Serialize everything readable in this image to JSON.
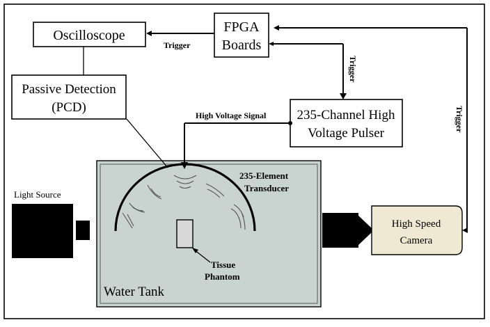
{
  "diagram": {
    "oscilloscope": "Oscilloscope",
    "fpga_line1": "FPGA",
    "fpga_line2": "Boards",
    "pcd_line1": "Passive Detection",
    "pcd_line2": "(PCD)",
    "pulser_line1": "235-Channel High",
    "pulser_line2": "Voltage Pulser",
    "trigger_left": "Trigger",
    "trigger_down": "Trigger",
    "trigger_right": "Trigger",
    "hv_signal": "High Voltage Signal",
    "transducer_line1": "235-Element",
    "transducer_line2": "Transducer",
    "light_source": "Light Source",
    "camera_line1": "High Speed",
    "camera_line2": "Camera",
    "tissue_line1": "Tissue",
    "tissue_line2": "Phantom",
    "water_tank": "Water Tank"
  },
  "colors": {
    "tank_fill": "#c9d3cf",
    "camera_fill": "#efe8d2",
    "device_black": "#000000"
  }
}
